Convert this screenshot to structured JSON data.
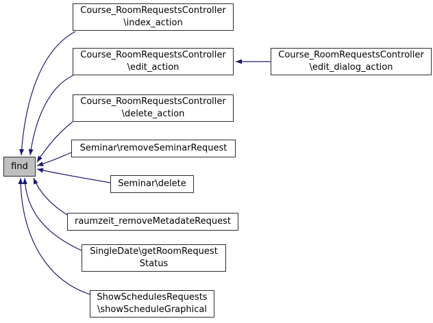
{
  "graph": {
    "kind": "caller-graph",
    "colors": {
      "edge": "#191970",
      "node_border": "#2b2b2b",
      "node_fill": "#ffffff",
      "active_node_fill": "#bfbfbf",
      "text": "#000000",
      "background": "#ffffff"
    },
    "nodes": {
      "find": {
        "label": "find"
      },
      "index_action": {
        "line1": "Course_RoomRequestsController",
        "line2": "\\index_action"
      },
      "edit_action": {
        "line1": "Course_RoomRequestsController",
        "line2": "\\edit_action"
      },
      "edit_dialog_action": {
        "line1": "Course_RoomRequestsController",
        "line2": "\\edit_dialog_action"
      },
      "delete_action": {
        "line1": "Course_RoomRequestsController",
        "line2": "\\delete_action"
      },
      "remove_seminar_request": {
        "label": "Seminar\\removeSeminarRequest"
      },
      "seminar_delete": {
        "label": "Seminar\\delete"
      },
      "raumzeit_remove_metadate_request": {
        "label": "raumzeit_removeMetadateRequest"
      },
      "single_date_get_room_request_status": {
        "line1": "SingleDate\\getRoomRequest",
        "line2": "Status"
      },
      "show_schedules_requests": {
        "line1": "ShowSchedulesRequests",
        "line2": "\\showScheduleGraphical"
      }
    },
    "edges": [
      {
        "from": "index_action",
        "to": "find"
      },
      {
        "from": "edit_action",
        "to": "find"
      },
      {
        "from": "delete_action",
        "to": "find"
      },
      {
        "from": "remove_seminar_request",
        "to": "find"
      },
      {
        "from": "seminar_delete",
        "to": "find"
      },
      {
        "from": "raumzeit_remove_metadate_request",
        "to": "find"
      },
      {
        "from": "single_date_get_room_request_status",
        "to": "find"
      },
      {
        "from": "show_schedules_requests",
        "to": "find"
      },
      {
        "from": "edit_dialog_action",
        "to": "edit_action"
      }
    ]
  }
}
